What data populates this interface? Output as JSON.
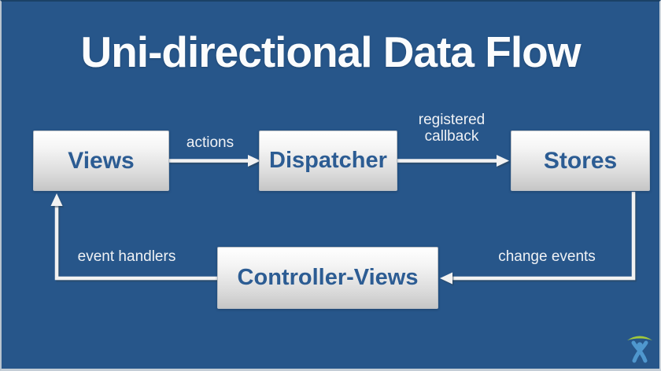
{
  "slide": {
    "title": "Uni-directional Data Flow"
  },
  "diagram": {
    "type": "flow-diagram",
    "nodes": [
      {
        "id": "views",
        "label": "Views"
      },
      {
        "id": "dispatcher",
        "label": "Dispatcher"
      },
      {
        "id": "stores",
        "label": "Stores"
      },
      {
        "id": "controller-views",
        "label": "Controller-Views"
      }
    ],
    "edges": [
      {
        "from": "views",
        "to": "dispatcher",
        "label": "actions"
      },
      {
        "from": "dispatcher",
        "to": "stores",
        "label": "registered callback"
      },
      {
        "from": "stores",
        "to": "controller-views",
        "label": "change events"
      },
      {
        "from": "controller-views",
        "to": "views",
        "label": "event handlers"
      }
    ]
  },
  "footer": {
    "logo_icon": "atlassian-logo"
  },
  "colors": {
    "background": "#27568a",
    "node_gradient_top": "#ffffff",
    "node_gradient_bottom": "#c6c6c6",
    "node_text": "#2c5c93",
    "label_text": "#f0f2f5",
    "arrow": "#f2f2f2",
    "title_text": "#fbfcfd",
    "logo_green": "#a2c93a",
    "logo_blue": "#4f97ce"
  }
}
